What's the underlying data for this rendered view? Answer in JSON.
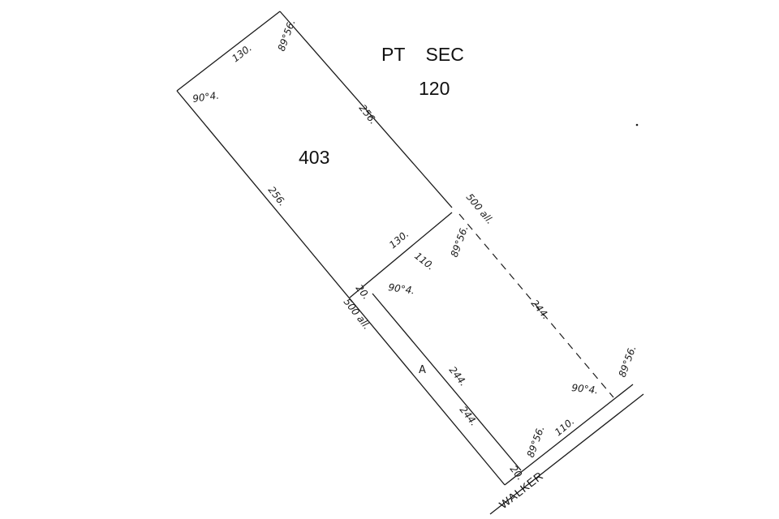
{
  "header": {
    "pt_sec_label": "PT    SEC",
    "section_number": "120"
  },
  "lots": {
    "lot_number": "403",
    "lot_a_label": "A"
  },
  "street": {
    "name": "WALKER"
  },
  "dimensions": {
    "top_left_130": "130.",
    "top_right_angle": "89°56.",
    "left_angle": "90°4.",
    "upper_right_256": "256.",
    "upper_left_256": "256.",
    "mid_right_500": "500 all.",
    "mid_130": "130.",
    "mid_110": "110.",
    "mid_angle": "89°56.",
    "left_20": "20.",
    "inner_angle": "90°4.",
    "left_500": "500 all.",
    "right_244": "244.",
    "strip_244_a": "244.",
    "strip_244_b": "244.",
    "bottom_angle": "89°56.",
    "bottom_110": "110.",
    "bottom_right_angle": "90°4.",
    "far_right_angle": "89°56.",
    "bottom_20": "20."
  }
}
